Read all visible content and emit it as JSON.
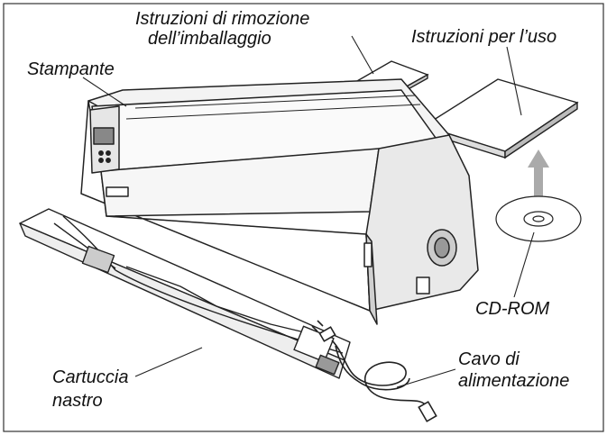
{
  "labels": {
    "removal_instructions_line1": "Istruzioni di rimozione",
    "removal_instructions_line2": "dell’imballaggio",
    "user_manual": "Istruzioni per l’uso",
    "printer": "Stampante",
    "cd_rom": "CD-ROM",
    "ribbon_line1": "Cartuccia",
    "ribbon_line2": "nastro",
    "power_cable_line1": "Cavo di",
    "power_cable_line2": "alimentazione"
  }
}
